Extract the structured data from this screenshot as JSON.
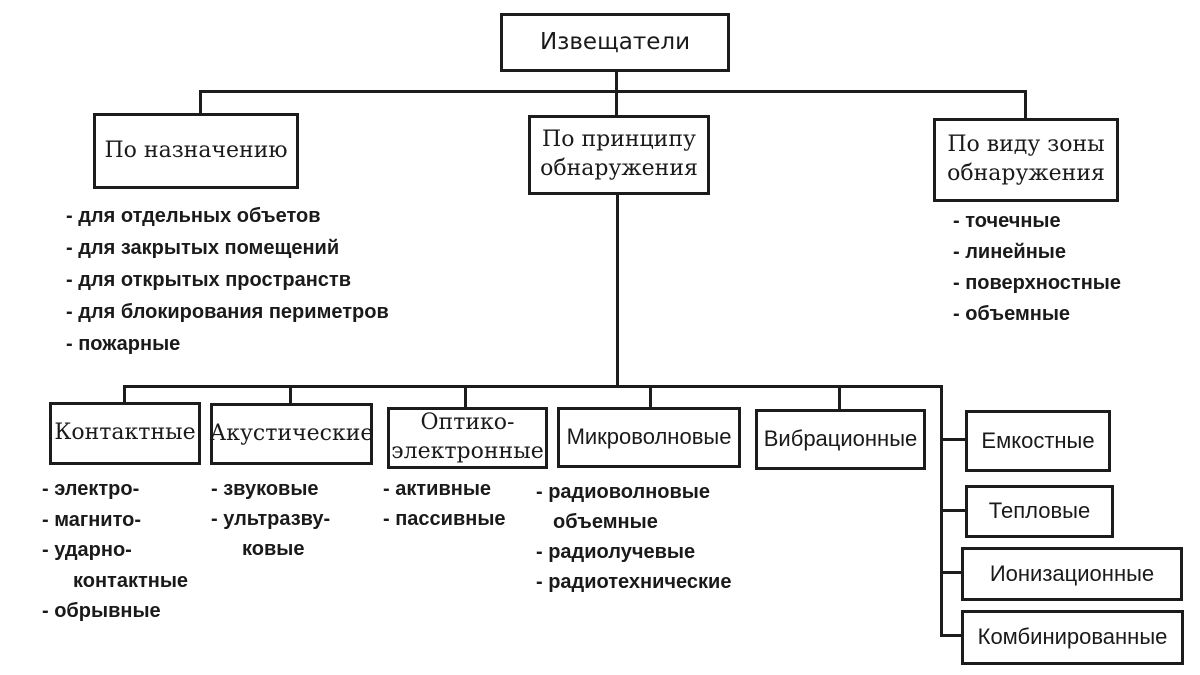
{
  "root": {
    "label": "Извещатели"
  },
  "level1": {
    "purpose": {
      "label": "По назначению",
      "items": [
        "- для отдельных  объетов",
        "- для закрытых помещений",
        "- для открытых пространств",
        "- для блокирования  периметров",
        "- пожарные"
      ]
    },
    "principle": {
      "label": "По принципу обнаружения"
    },
    "zone": {
      "label": "По виду зоны обнаружения",
      "items": [
        "- точечные",
        "- линейные",
        "- поверхностные",
        "- объемные"
      ]
    }
  },
  "principle_types": [
    {
      "label": "Контактные",
      "items": [
        "- электро-",
        "- магнито-",
        "- ударно-",
        "контактные",
        "- обрывные"
      ]
    },
    {
      "label": "Акустические",
      "items": [
        "- звуковые",
        "- ультразву-",
        "ковые"
      ]
    },
    {
      "label": "Оптико-электронные",
      "items": [
        "- активные",
        "- пассивные"
      ]
    },
    {
      "label": "Микроволновые",
      "items": [
        "- радиоволновые",
        "объемные",
        "- радиолучевые",
        "- радиотехнические"
      ]
    },
    {
      "label": "Вибрационные",
      "items": []
    }
  ],
  "zone_types": [
    {
      "label": "Емкостные"
    },
    {
      "label": "Тепловые"
    },
    {
      "label": "Ионизационные"
    },
    {
      "label": "Комбинированные"
    }
  ],
  "colors": {
    "ink": "#1c1c1c",
    "background": "#ffffff"
  }
}
